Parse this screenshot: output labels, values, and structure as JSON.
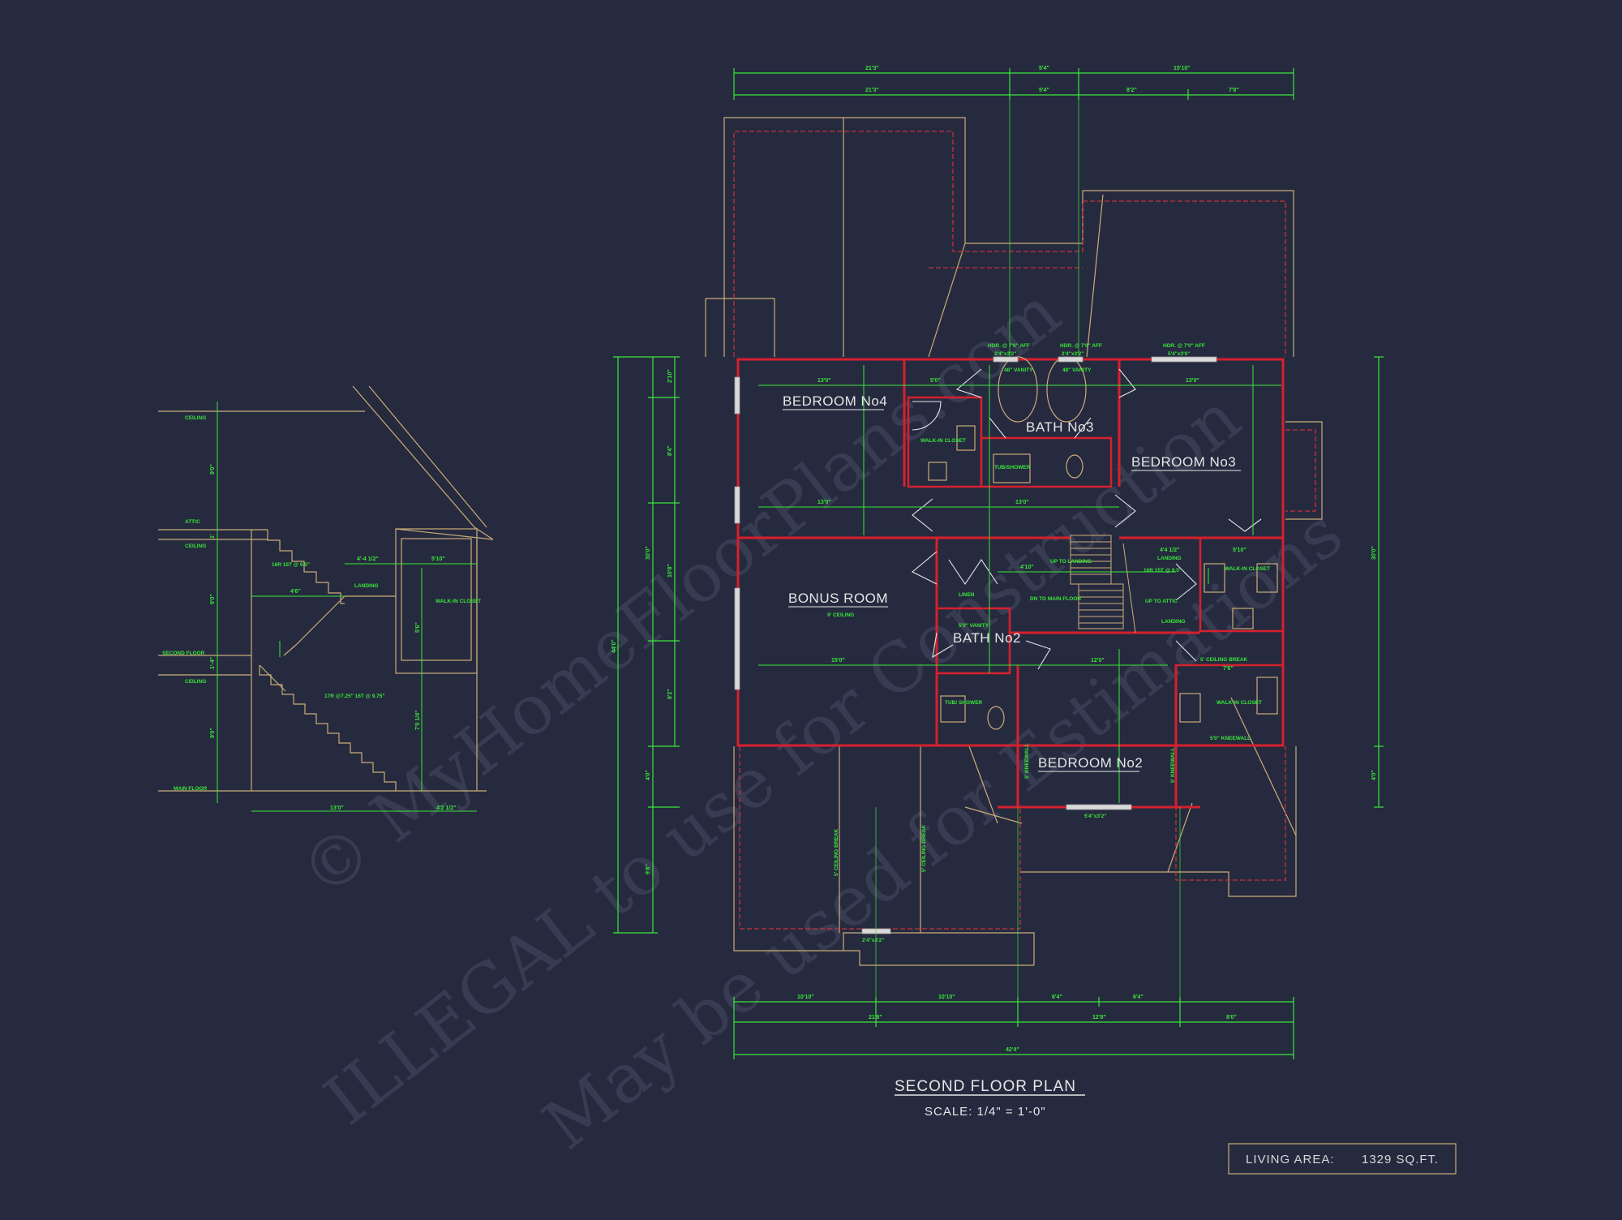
{
  "plan": {
    "title": "SECOND FLOOR PLAN",
    "scale": "SCALE: 1/4\" = 1'-0\"",
    "living_area_label": "LIVING AREA:",
    "living_area_value": "1329 SQ.FT."
  },
  "rooms": {
    "bedroom4": "BEDROOM No4",
    "bedroom3": "BEDROOM No3",
    "bedroom2": "BEDROOM No2",
    "bonus": "BONUS ROOM",
    "bath3": "BATH No3",
    "bath2": "BATH No2"
  },
  "notes": {
    "hdr1": "HDR. @ 7'0\" AFF",
    "hdr2": "HDR. @ 7'0\" AFF",
    "hdr3": "HDR. @ 7'0\" AFF",
    "win_top1": "2'4\"x3'2\"",
    "win_top2": "2'4\"x3'2\"",
    "win_top3": "5'4\"x3'6\"",
    "vanity1": "48\" VANITY",
    "vanity2": "48\" VANITY",
    "walkin1": "WALK-IN CLOSET",
    "tubshower": "TUB/SHOWER",
    "bonus_ceiling": "9' CEILING",
    "linen": "LINEN",
    "vanity3": "5'0\" VANITY",
    "up_landing": "UP TO LANDING",
    "dn_main": "DN TO MAIN FLOOR",
    "landing1": "LANDING",
    "landing2": "LANDING",
    "up_attic": "UP TO ATTIC",
    "riser1": "16R 15T @ 9.5\"",
    "walkin2": "WALK-IN CLOSET",
    "walkin3": "WALK-IN CLOSET",
    "ceiling_break": "5' CEILING BREAK",
    "kneewall": "5'0\" KNEEWALL",
    "kneewall2": "5' KNEEWALL",
    "kneewall3": "5' KNEEWALL",
    "tub2": "TUB/ SHOWER",
    "win_bed2": "5'4\"x3'2\"",
    "win_bottom": "2'4\"x3'2\"",
    "cb1": "5' CEILING BREAK",
    "cb2": "5' CEILING BREAK"
  },
  "section": {
    "ceiling1": "CEILING",
    "attic": "ATTIC",
    "ceiling2": "CEILING",
    "second_floor": "SECOND FLOOR",
    "ceiling3": "CEILING",
    "main_floor": "MAIN FLOOR",
    "riser_upper": "16R 15T @ 9.5\"",
    "riser_lower": "17R @7.25\" 16T @ 9.75\"",
    "landing": "LANDING",
    "walkin": "WALK-IN CLOSET",
    "d_9a": "9'0\"",
    "d_9b": "9'0\"",
    "d_9c": "9'0\"",
    "d_1a": "1'",
    "d_1b": "1'-4\"",
    "d_441": "4'-4 1/2\"",
    "d_510": "5'10\"",
    "d_46": "4'6\"",
    "d_56": "5'6\"",
    "d_714": "7'0 1/4\"",
    "d_130": "13'0\"",
    "d_421": "4'2 1/2\""
  },
  "dims": {
    "t1a": "21'3\"",
    "t1b": "5'4\"",
    "t1c": "15'10\"",
    "t2a": "21'3\"",
    "t2b": "5'4\"",
    "t2c": "8'2\"",
    "t2d": "7'8\"",
    "r1": "13'0\"",
    "r2": "5'0\"",
    "r3": "13'0\"",
    "r4": "13'0\"",
    "r5": "13'0\"",
    "r6": "4'10\"",
    "r7": "4'4 1/2\"",
    "r8": "5'10\"",
    "r9": "15'0\"",
    "r10": "12'0\"",
    "r11": "7'6\"",
    "b1a": "10'10\"",
    "b1b": "10'10\"",
    "b1c": "6'4\"",
    "b1d": "6'4\"",
    "b2a": "21'8\"",
    "b2b": "12'8\"",
    "b2c": "8'0\"",
    "b3": "42'4\"",
    "l1": "44'0\"",
    "l2": "30'0\"",
    "l3": "2'10\"",
    "l4": "8'4\"",
    "l5": "10'8\"",
    "l6": "8'2\"",
    "l7": "4'0\"",
    "l8": "9'8\"",
    "rr1": "30'0\"",
    "rr2": "4'0\""
  },
  "watermark": {
    "line1": "© MyHomeFloorPlans.com",
    "line2": "ILLEGAL to use for Construction",
    "line3": "May be used for Estimations"
  }
}
